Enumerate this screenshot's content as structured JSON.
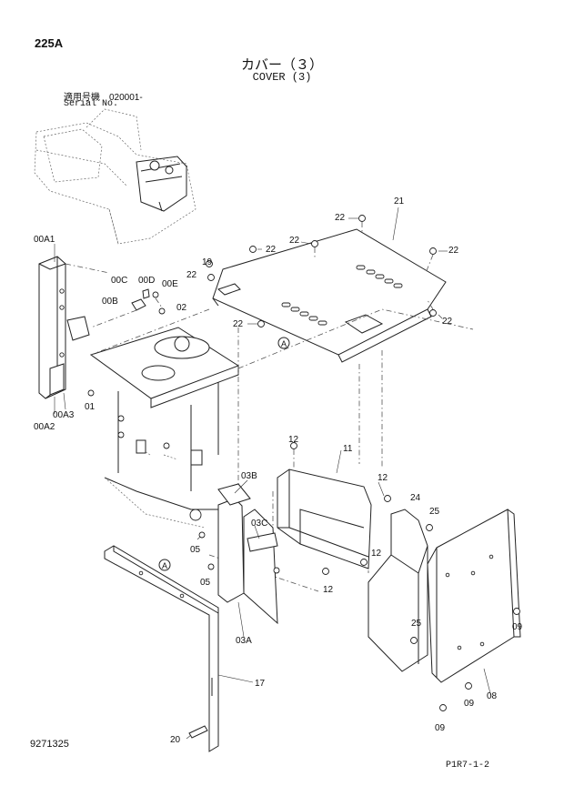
{
  "header": {
    "page_number": "225A",
    "title_jp": "カバー（３）",
    "title_en": "COVER (3)",
    "serial_label_jp": "適用号機　020001-",
    "serial_label_en": "Serial No."
  },
  "footer": {
    "doc_number": "9271325",
    "sheet_code": "P1R7-1-2"
  },
  "callouts": {
    "c21": "21",
    "c22": "22",
    "c19": "19",
    "c00A1": "00A1",
    "c00A2": "00A2",
    "c00A3": "00A3",
    "c00B": "00B",
    "c00C": "00C",
    "c00D": "00D",
    "c00E": "00E",
    "c01": "01",
    "c02": "02",
    "c03A": "03A",
    "c03B": "03B",
    "c03C": "03C",
    "c05": "05",
    "c08": "08",
    "c09": "09",
    "c11": "11",
    "c12": "12",
    "c17": "17",
    "c20": "20",
    "c24": "24",
    "c25": "25",
    "cA": "A"
  }
}
